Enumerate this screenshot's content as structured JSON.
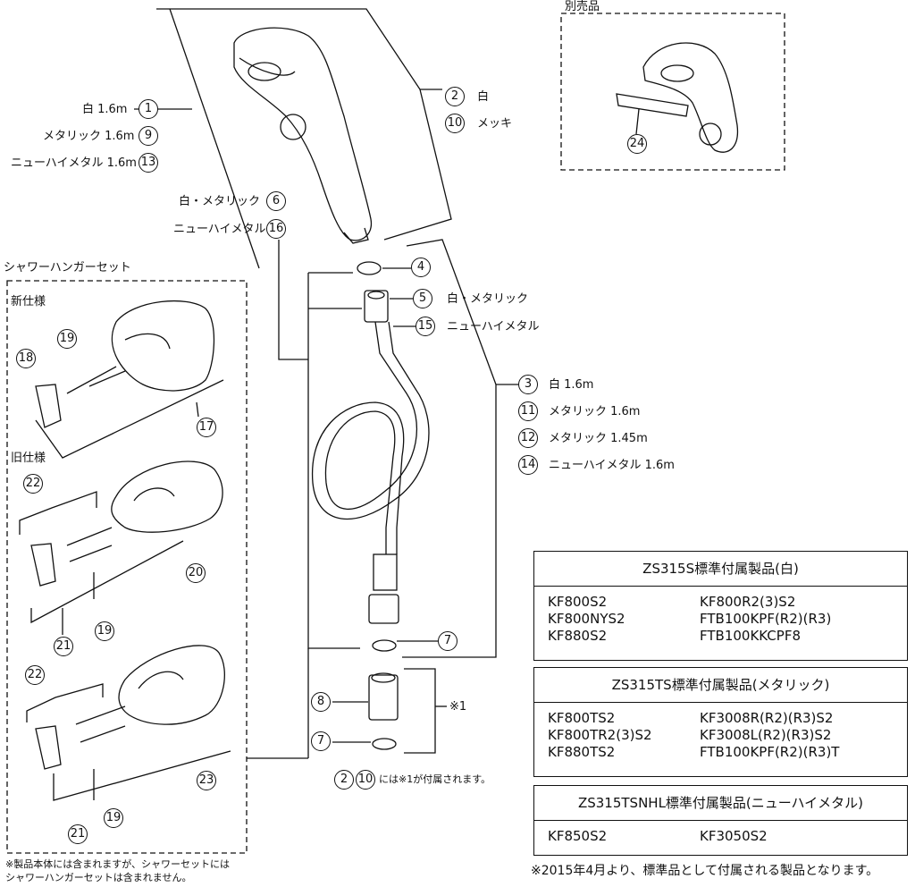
{
  "labels": {
    "sold_separately": "別売品",
    "shower_hanger_set": "シャワーハンガーセット",
    "new_spec": "新仕様",
    "old_spec": "旧仕様",
    "white_16": "白 1.6m",
    "metallic_16": "メタリック 1.6m",
    "new_hi_metal_16": "ニューハイメタル 1.6m",
    "white": "白",
    "plating": "メッキ",
    "white_metallic_6": "白・メタリック",
    "new_hi_metal_16b": "ニューハイメタル",
    "white_metallic_5": "白・メタリック",
    "new_hi_metal_15": "ニューハイメタル",
    "hose_white": "白 1.6m",
    "hose_metallic_16": "メタリック 1.6m",
    "hose_metallic_145": "メタリック 1.45m",
    "hose_new_hi_metal": "ニューハイメタル 1.6m",
    "note_mark": "※1",
    "attached_note": "には※1が付属されます。",
    "footnote_line1": "※製品本体には含まれますが、シャワーセットには",
    "footnote_line2": "シャワーハンガーセットは含まれません。",
    "bottom_note": "※2015年4月より、標準品として付属される製品となります。"
  },
  "part_numbers": [
    "1",
    "2",
    "3",
    "4",
    "5",
    "6",
    "7",
    "8",
    "9",
    "10",
    "11",
    "12",
    "13",
    "14",
    "15",
    "16",
    "17",
    "18",
    "19",
    "20",
    "21",
    "22",
    "23",
    "24"
  ],
  "tables": [
    {
      "title": "ZS315S標準付属製品(白)",
      "rows": [
        [
          "KF800S2",
          "KF800R2(3)S2"
        ],
        [
          "KF800NYS2",
          "FTB100KPF(R2)(R3)"
        ],
        [
          "KF880S2",
          "FTB100KKCPF8"
        ]
      ]
    },
    {
      "title": "ZS315TS標準付属製品(メタリック)",
      "rows": [
        [
          "KF800TS2",
          "KF3008R(R2)(R3)S2"
        ],
        [
          "KF800TR2(3)S2",
          "KF3008L(R2)(R3)S2"
        ],
        [
          "KF880TS2",
          "FTB100KPF(R2)(R3)T"
        ]
      ]
    },
    {
      "title": "ZS315TSNHL標準付属製品(ニューハイメタル)",
      "rows": [
        [
          "KF850S2",
          "KF3050S2"
        ]
      ]
    }
  ]
}
